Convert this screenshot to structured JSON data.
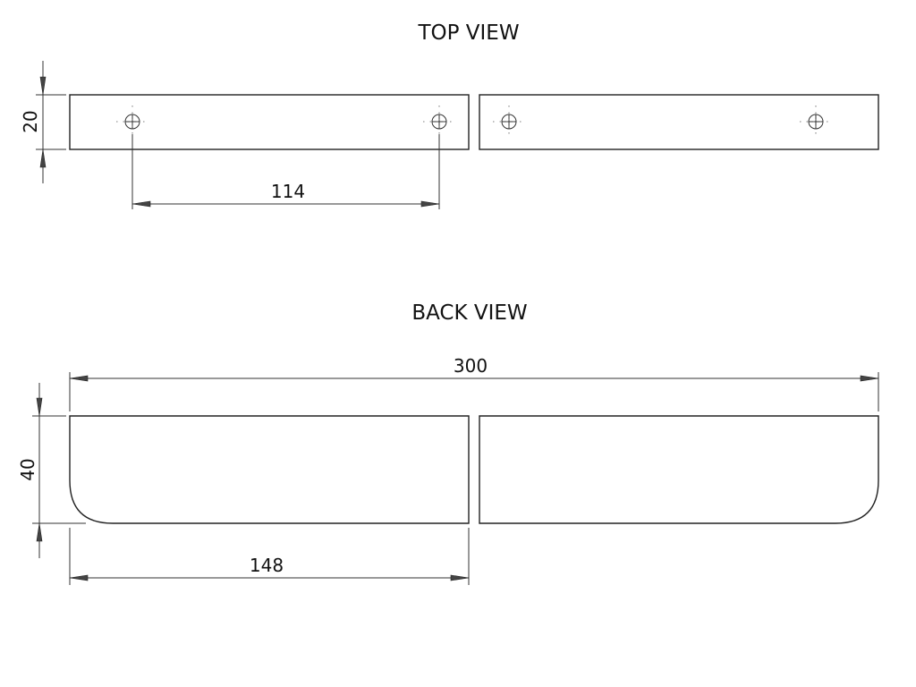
{
  "views": {
    "top": {
      "title": "TOP VIEW"
    },
    "back": {
      "title": "BACK VIEW"
    }
  },
  "dimensions": {
    "top_height": "20",
    "hole_spacing": "114",
    "overall_length": "300",
    "back_height": "40",
    "half_length": "148"
  }
}
